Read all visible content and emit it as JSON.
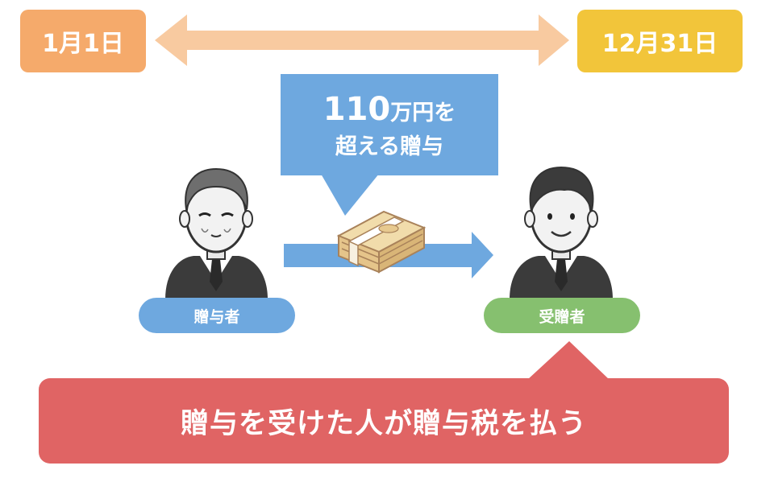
{
  "period": {
    "start_date": "1月1日",
    "end_date": "12月31日"
  },
  "gift": {
    "amount": "110",
    "amount_unit": "万円を",
    "line2": "超える贈与"
  },
  "giver": {
    "label": "贈与者"
  },
  "receiver": {
    "label": "受贈者"
  },
  "conclusion": {
    "text": "贈与を受けた人が贈与税を払う"
  },
  "colors": {
    "start_box": "#f5aa6b",
    "end_box": "#f2c53a",
    "timeline_arrow": "#f8caa0",
    "gift_callout": "#6ea8df",
    "flow_arrow": "#6ea8df",
    "giver_pill": "#6ea8df",
    "receiver_pill": "#86c06f",
    "conclusion_banner": "#e06464",
    "money_bundle": "#ecd6a6"
  },
  "icons": {
    "giver": "elderly-man-icon",
    "receiver": "young-man-icon",
    "money": "cash-bundle-icon"
  }
}
